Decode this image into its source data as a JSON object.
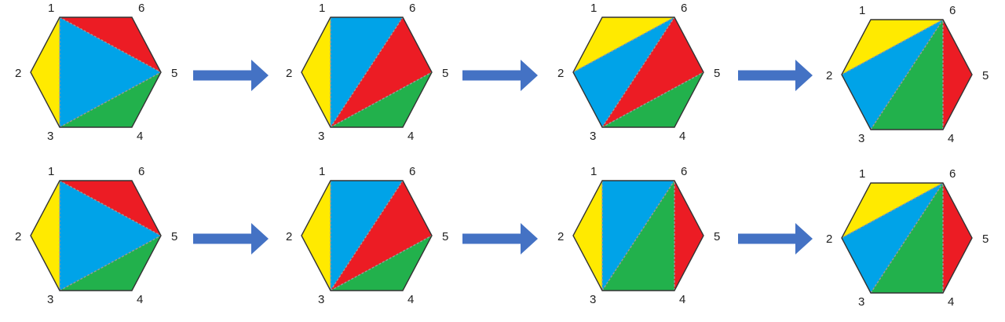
{
  "colors": {
    "yellow": "#ffea00",
    "blue": "#00a3e8",
    "red": "#ec1c24",
    "green": "#22b14c",
    "arrow": "#4472c4",
    "outline": "#333333",
    "diagonal": "#9a9a9a"
  },
  "vertex_labels": [
    "1",
    "2",
    "3",
    "4",
    "5",
    "6"
  ],
  "rows": [
    {
      "panels": [
        {
          "triangles": [
            [
              "yellow",
              [
                1,
                2,
                3
              ]
            ],
            [
              "blue",
              [
                1,
                3,
                5
              ]
            ],
            [
              "red",
              [
                1,
                5,
                6
              ]
            ],
            [
              "green",
              [
                3,
                4,
                5
              ]
            ]
          ],
          "edges": [
            [
              1,
              3
            ],
            [
              1,
              5
            ],
            [
              3,
              5
            ]
          ]
        },
        {
          "triangles": [
            [
              "yellow",
              [
                1,
                2,
                3
              ]
            ],
            [
              "blue",
              [
                1,
                3,
                6
              ]
            ],
            [
              "red",
              [
                3,
                5,
                6
              ]
            ],
            [
              "green",
              [
                3,
                4,
                5
              ]
            ]
          ],
          "edges": [
            [
              1,
              3
            ],
            [
              3,
              6
            ],
            [
              3,
              5
            ]
          ]
        },
        {
          "triangles": [
            [
              "yellow",
              [
                1,
                2,
                6
              ]
            ],
            [
              "blue",
              [
                2,
                3,
                6
              ]
            ],
            [
              "red",
              [
                3,
                5,
                6
              ]
            ],
            [
              "green",
              [
                3,
                4,
                5
              ]
            ]
          ],
          "edges": [
            [
              2,
              6
            ],
            [
              3,
              6
            ],
            [
              3,
              5
            ]
          ]
        },
        {
          "triangles": [
            [
              "yellow",
              [
                1,
                2,
                6
              ]
            ],
            [
              "blue",
              [
                2,
                3,
                6
              ]
            ],
            [
              "green",
              [
                3,
                4,
                6
              ]
            ],
            [
              "red",
              [
                4,
                5,
                6
              ]
            ]
          ],
          "edges": [
            [
              2,
              6
            ],
            [
              3,
              6
            ],
            [
              4,
              6
            ]
          ]
        }
      ]
    },
    {
      "panels": [
        {
          "triangles": [
            [
              "yellow",
              [
                1,
                2,
                3
              ]
            ],
            [
              "blue",
              [
                1,
                3,
                5
              ]
            ],
            [
              "red",
              [
                1,
                5,
                6
              ]
            ],
            [
              "green",
              [
                3,
                4,
                5
              ]
            ]
          ],
          "edges": [
            [
              1,
              3
            ],
            [
              1,
              5
            ],
            [
              3,
              5
            ]
          ]
        },
        {
          "triangles": [
            [
              "yellow",
              [
                1,
                2,
                3
              ]
            ],
            [
              "blue",
              [
                1,
                3,
                6
              ]
            ],
            [
              "red",
              [
                3,
                5,
                6
              ]
            ],
            [
              "green",
              [
                3,
                4,
                5
              ]
            ]
          ],
          "edges": [
            [
              1,
              3
            ],
            [
              3,
              6
            ],
            [
              3,
              5
            ]
          ]
        },
        {
          "triangles": [
            [
              "yellow",
              [
                1,
                2,
                3
              ]
            ],
            [
              "blue",
              [
                1,
                3,
                6
              ]
            ],
            [
              "green",
              [
                3,
                4,
                6
              ]
            ],
            [
              "red",
              [
                4,
                5,
                6
              ]
            ]
          ],
          "edges": [
            [
              1,
              3
            ],
            [
              3,
              6
            ],
            [
              4,
              6
            ]
          ]
        },
        {
          "triangles": [
            [
              "yellow",
              [
                1,
                2,
                6
              ]
            ],
            [
              "blue",
              [
                2,
                3,
                6
              ]
            ],
            [
              "green",
              [
                3,
                4,
                6
              ]
            ],
            [
              "red",
              [
                4,
                5,
                6
              ]
            ]
          ],
          "edges": [
            [
              2,
              6
            ],
            [
              3,
              6
            ],
            [
              4,
              6
            ]
          ]
        }
      ]
    }
  ]
}
